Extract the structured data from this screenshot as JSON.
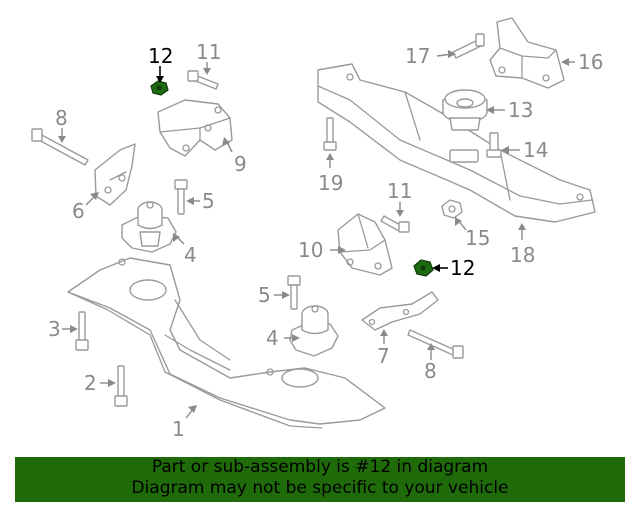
{
  "callouts": [
    {
      "id": "c12a",
      "label": "12",
      "highlighted": true
    },
    {
      "id": "c11a",
      "label": "11"
    },
    {
      "id": "c17",
      "label": "17"
    },
    {
      "id": "c16",
      "label": "16"
    },
    {
      "id": "c8a",
      "label": "8"
    },
    {
      "id": "c13",
      "label": "13"
    },
    {
      "id": "c9",
      "label": "9"
    },
    {
      "id": "c14",
      "label": "14"
    },
    {
      "id": "c19",
      "label": "19"
    },
    {
      "id": "c6",
      "label": "6"
    },
    {
      "id": "c5a",
      "label": "5"
    },
    {
      "id": "c11b",
      "label": "11"
    },
    {
      "id": "c15",
      "label": "15"
    },
    {
      "id": "c4a",
      "label": "4"
    },
    {
      "id": "c10",
      "label": "10"
    },
    {
      "id": "c18",
      "label": "18"
    },
    {
      "id": "c12b",
      "label": "12",
      "highlighted": true
    },
    {
      "id": "c5b",
      "label": "5"
    },
    {
      "id": "c3",
      "label": "3"
    },
    {
      "id": "c7",
      "label": "7"
    },
    {
      "id": "c4b",
      "label": "4"
    },
    {
      "id": "c8b",
      "label": "8"
    },
    {
      "id": "c2",
      "label": "2"
    },
    {
      "id": "c1",
      "label": "1"
    }
  ],
  "banner": {
    "line1": "Part or sub-assembly is #12 in diagram",
    "line2": "Diagram may not be specific to your vehicle"
  },
  "colors": {
    "banner_bg": "#1f6b0a",
    "highlight_part": "#1f6b12",
    "line_art": "#9a9a9a"
  }
}
